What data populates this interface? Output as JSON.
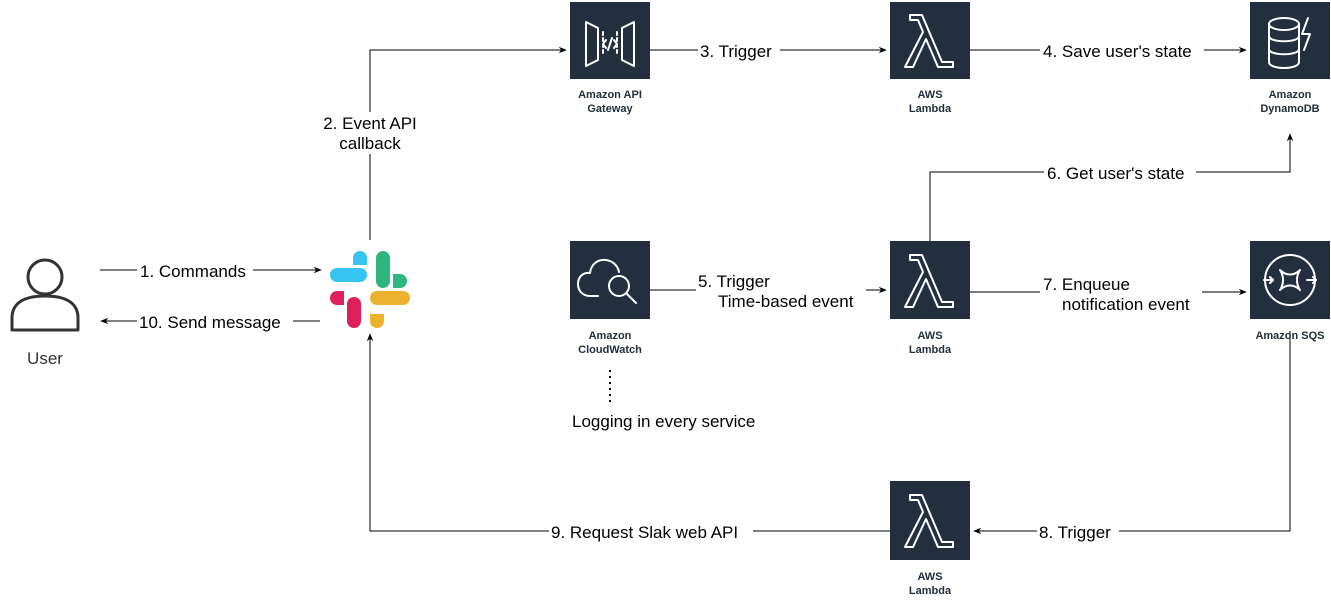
{
  "nodes": {
    "user": {
      "label": "User",
      "icon": "user-icon"
    },
    "slack": {
      "icon": "slack-logo-icon"
    },
    "api_gateway": {
      "label_line1": "Amazon API",
      "label_line2": "Gateway",
      "icon": "api-gateway-icon"
    },
    "lambda_top": {
      "label_line1": "AWS",
      "label_line2": "Lambda",
      "icon": "lambda-icon"
    },
    "dynamodb": {
      "label_line1": "Amazon",
      "label_line2": "DynamoDB",
      "icon": "dynamodb-icon"
    },
    "cloudwatch": {
      "label_line1": "Amazon",
      "label_line2": "CloudWatch",
      "icon": "cloudwatch-icon"
    },
    "lambda_mid": {
      "label_line1": "AWS",
      "label_line2": "Lambda",
      "icon": "lambda-icon"
    },
    "sqs": {
      "label": "Amazon SQS",
      "icon": "sqs-icon"
    },
    "lambda_bottom": {
      "label_line1": "AWS",
      "label_line2": "Lambda",
      "icon": "lambda-icon"
    }
  },
  "edges": {
    "e1": "1. Commands",
    "e2_line1": "2. Event API",
    "e2_line2": "callback",
    "e3": "3. Trigger",
    "e4": "4. Save user's state",
    "e5_line1": "5. Trigger",
    "e5_line2": "Time-based event",
    "e6": "6. Get user's state",
    "e7_line1": "7. Enqueue",
    "e7_line2": "notification event",
    "e8": "8. Trigger",
    "e9": "9. Request Slak web API",
    "e10": "10. Send message"
  },
  "notes": {
    "logging": "Logging in every service"
  },
  "colors": {
    "aws_tile": "#232F3E",
    "slack_blue": "#36C5F0",
    "slack_green": "#2EB67D",
    "slack_red": "#E01E5A",
    "slack_yellow": "#ECB22E",
    "user_stroke": "#333333"
  }
}
